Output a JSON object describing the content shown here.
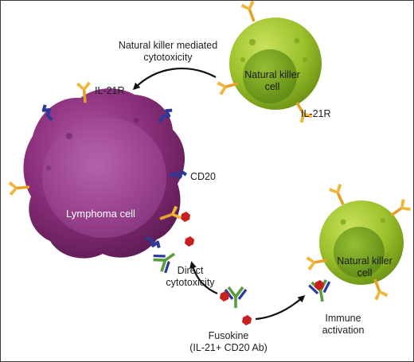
{
  "labels": {
    "nk_mediated_line1": "Natural killer mediated",
    "nk_mediated_line2": "cytotoxicity",
    "nk_cell_top_line1": "Natural killer",
    "nk_cell_top_line2": "cell",
    "il21r_nk": "IL-21R",
    "il21r_lymphoma": "IL-21R",
    "cd20": "CD20",
    "lymphoma_cell": "Lymphoma cell",
    "direct_line1": "Direct",
    "direct_line2": "cytotoxicity",
    "fusokine_line1": "Fusokine",
    "fusokine_line2": "(IL-21+ CD20 Ab)",
    "immune_line1": "Immune",
    "immune_line2": "activation",
    "nk_cell_bottom_line1": "Natural killer",
    "nk_cell_bottom_line2": "cell"
  },
  "colors": {
    "lymphoma_cell": "#8a2f7a",
    "lymphoma_nucleus": "#a2479a",
    "nk_cell": "#9cc22c",
    "nk_nucleus": "#6e9a1c",
    "il21_receptor": "#e8a52a",
    "cd20": "#2b3a99",
    "il21": "#c8201f",
    "antibody_green": "#5a9d3b",
    "antibody_blue": "#2b3a99"
  },
  "icons": [
    "il21r-receptor-icon",
    "cd20-antigen-icon",
    "il21-cytokine-icon",
    "antibody-icon",
    "arrow-icon"
  ]
}
